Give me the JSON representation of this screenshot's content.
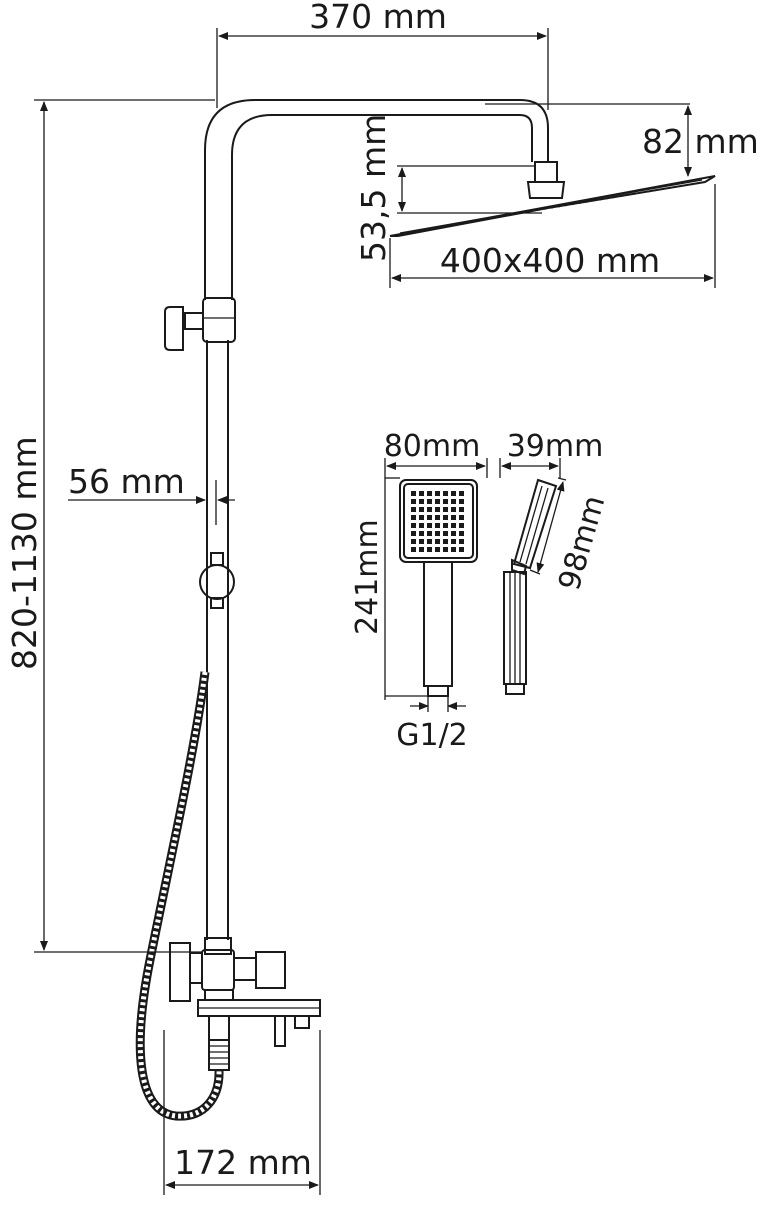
{
  "dimensions": {
    "arm_length": "370 mm",
    "head_drop": "82 mm",
    "head_connector": "53,5 mm",
    "head_size": "400x400 mm",
    "total_height": "820-1130 mm",
    "bar_offset": "56 mm",
    "handshower_width": "80mm",
    "handshower_depth": "39mm",
    "handshower_length": "241mm",
    "handshower_head": "98mm",
    "thread": "G1/2",
    "mixer_projection": "172 mm"
  }
}
